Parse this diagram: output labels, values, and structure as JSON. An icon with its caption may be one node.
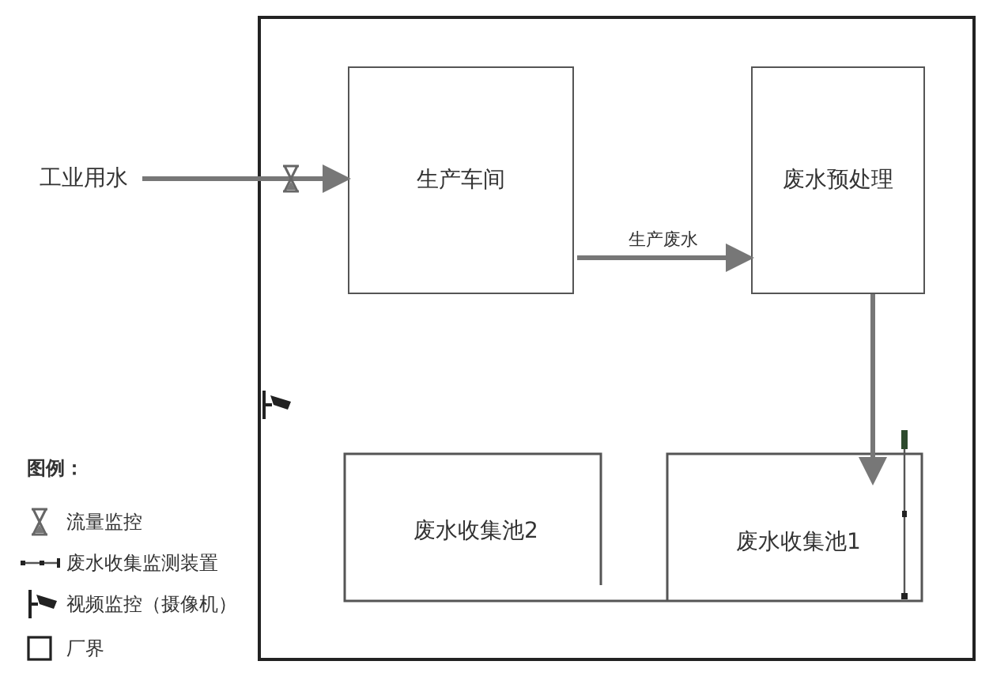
{
  "diagram": {
    "nodes": [
      {
        "text": [],
        "shape": "box"
      },
      {
        "text": [
          "工业用水"
        ]
      },
      {
        "text": [
          "生产车间"
        ],
        "in": 0
      },
      {
        "text": [
          "废水预处理"
        ],
        "in": 0
      },
      {
        "text": [
          "废水收集池2"
        ],
        "in": 0
      },
      {
        "text": [
          "废水收集池1"
        ],
        "in": 0
      }
    ],
    "edges": [
      {
        "from": 1,
        "to": 2,
        "arrow": "to"
      },
      {
        "from": 2,
        "to": 3,
        "arrow": "to",
        "label": "生产废水"
      },
      {
        "from": 3,
        "to": 5,
        "arrow": "to"
      }
    ],
    "labels": [
      "图例："
    ],
    "legend": [
      {
        "text": "流量监控"
      },
      {
        "text": "废水收集监测装置"
      },
      {
        "text": "视频监控（摄像机）"
      },
      {
        "text": "厂界"
      }
    ]
  }
}
